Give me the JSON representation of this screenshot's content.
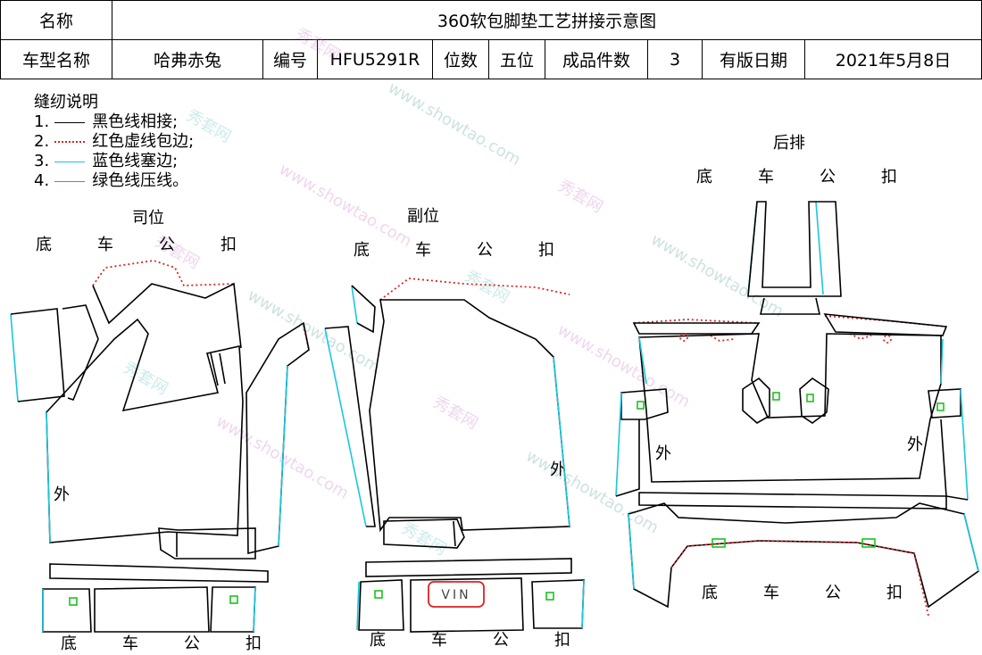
{
  "header": {
    "name_label": "名称",
    "title": "360软包脚垫工艺拼接示意图",
    "model_label": "车型名称",
    "model_value": "哈弗赤兔",
    "code_label": "编号",
    "code_value": "HFU5291R",
    "seats_label": "位数",
    "seats_value": "五位",
    "pieces_label": "成品件数",
    "pieces_value": "3",
    "date_label": "有版日期",
    "date_value": "2021年5月8日"
  },
  "legend": {
    "title": "缝纫说明",
    "items": [
      {
        "num": "1.",
        "text": "黑色线相接;",
        "color": "#000000",
        "style": "solid"
      },
      {
        "num": "2.",
        "text": "红色虚线包边;",
        "color": "#dd2222",
        "style": "dotted"
      },
      {
        "num": "3.",
        "text": "蓝色线塞边;",
        "color": "#19c6e0",
        "style": "solid"
      },
      {
        "num": "4.",
        "text": "绿色线压线。",
        "color": "#1ec21e",
        "style": "solid"
      }
    ]
  },
  "sections": {
    "driver": {
      "title": "司位",
      "bottom_top": "底 车 公 扣",
      "bottom_bottom": "底 车 公 扣",
      "outer": "外"
    },
    "passenger": {
      "title": "副位",
      "bottom_top": "底 车 公 扣",
      "bottom_bottom": "底 车 公 扣",
      "outer": "外",
      "vin": "VIN"
    },
    "rear": {
      "title": "后排",
      "bottom_top": "底 车 公 扣",
      "bottom_bottom": "底 车 公 扣",
      "outer_left": "外",
      "outer_right": "外"
    }
  },
  "watermark": {
    "text_cn": "秀套网",
    "text_en": "www.showtao.com"
  }
}
